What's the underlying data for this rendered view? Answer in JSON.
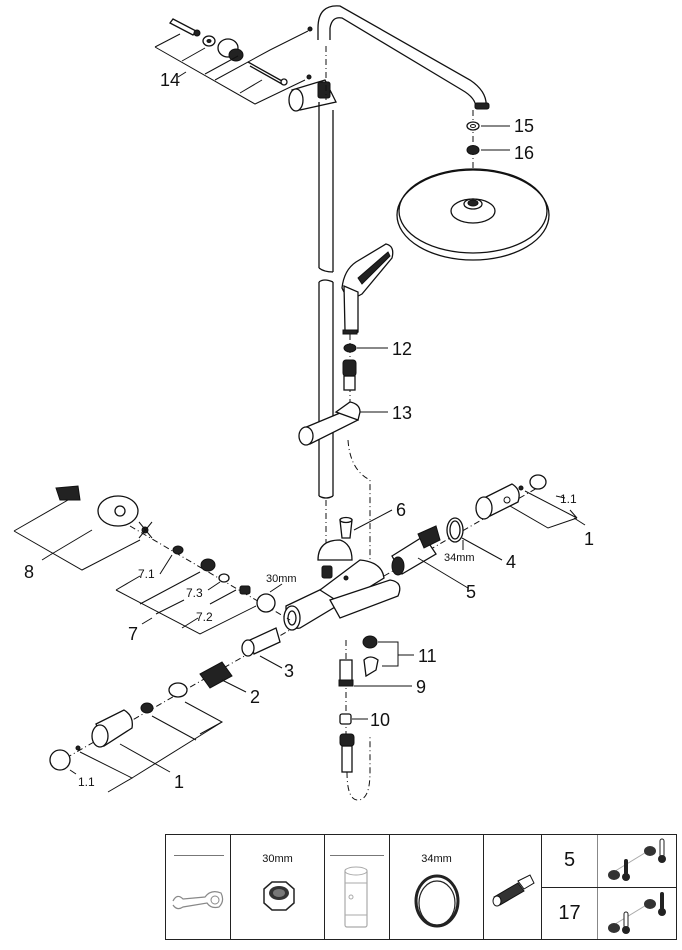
{
  "title": "Shower system exploded parts diagram",
  "callouts": {
    "c1a": "1",
    "c1b": "1",
    "c1_1a": "1.1",
    "c1_1b": "1.1",
    "c2": "2",
    "c3": "3",
    "c4": "4",
    "c5": "5",
    "c6": "6",
    "c7": "7",
    "c7_1": "7.1",
    "c7_2": "7.2",
    "c7_3": "7.3",
    "c8": "8",
    "c9": "9",
    "c10": "10",
    "c11": "11",
    "c12": "12",
    "c13": "13",
    "c14": "14",
    "c15": "15",
    "c16": "16"
  },
  "dimensions": {
    "nut_30": "30mm",
    "ring_34": "34mm"
  },
  "tools_table": {
    "cells": [
      {
        "name": "wrench",
        "label": ""
      },
      {
        "name": "nut",
        "label": "30mm"
      },
      {
        "name": "socket-tool",
        "label": ""
      },
      {
        "name": "ring-nut",
        "label": "34mm"
      },
      {
        "name": "cartridge",
        "label": ""
      }
    ],
    "rows": [
      {
        "number": "5",
        "icon": "thermostat-cartridge-icon"
      },
      {
        "number": "17",
        "icon": "thermostat-cartridge-icon"
      }
    ]
  }
}
